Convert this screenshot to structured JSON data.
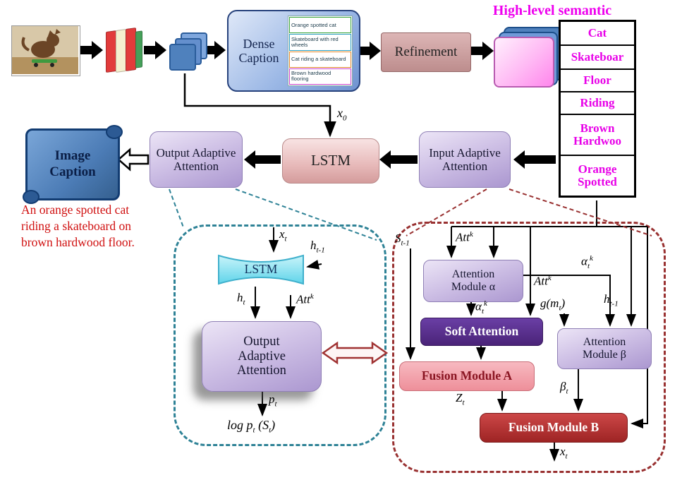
{
  "header": {
    "high_level_semantic": "High-level semantic"
  },
  "pipeline": {
    "dense_caption_label": "Dense Caption",
    "captions": [
      "Orange spotted cat",
      "Skateboard with red wheels",
      "Cat riding a skateboard",
      "Brown hardwood flooring"
    ],
    "caption_colors": [
      "#3aa63a",
      "#2a9ec0",
      "#e0872a",
      "#cc44cc"
    ],
    "refinement_label": "Refinement"
  },
  "semantic_table": {
    "words": [
      "Cat",
      "Skateboar",
      "Floor",
      "Riding",
      "Brown Hardwoo",
      "Orange Spotted"
    ]
  },
  "main_flow": {
    "input_attention": "Input Adaptive Attention",
    "lstm": "LSTM",
    "output_attention": "Output Adaptive Attention",
    "image_caption": "Image Caption",
    "generated_caption": "An orange spotted cat riding a skateboard on brown hardwood floor."
  },
  "detail_boxes": {
    "lstm": "LSTM",
    "output_attention": "Output Adaptive Attention",
    "attention_module_alpha": "Attention Module α",
    "soft_attention": "Soft Attention",
    "attention_module_beta": "Attention Module β",
    "fusion_a": "Fusion Module A",
    "fusion_b": "Fusion Module B"
  },
  "labels": {
    "x0": {
      "b": "x",
      "s": "0"
    },
    "xt": {
      "b": "x",
      "s": "t"
    },
    "ht_prev": {
      "b": "h",
      "s": "t-1"
    },
    "ht": {
      "b": "h",
      "s": "t"
    },
    "attk": {
      "b": "Att",
      "p": "k"
    },
    "alpha_tk": {
      "b": "α",
      "s": "t",
      "p": "k"
    },
    "pt": {
      "b": "p",
      "s": "t"
    },
    "log_pt": {
      "b": "log p",
      "s": "t",
      "e": " (S",
      "s2": "t",
      "e2": ")"
    },
    "st_prev": {
      "b": "S",
      "s": "t-1"
    },
    "g_mt": {
      "b": "g(m",
      "s": "t",
      "e": ")"
    },
    "beta_t": {
      "b": "β",
      "s": "t"
    },
    "zt": {
      "b": "Z",
      "s": "t"
    }
  },
  "colors": {
    "accent_magenta": "#ee00ee",
    "caption_red": "#d01010",
    "teal_dashed": "#2e8296",
    "red_dashed": "#993131"
  }
}
